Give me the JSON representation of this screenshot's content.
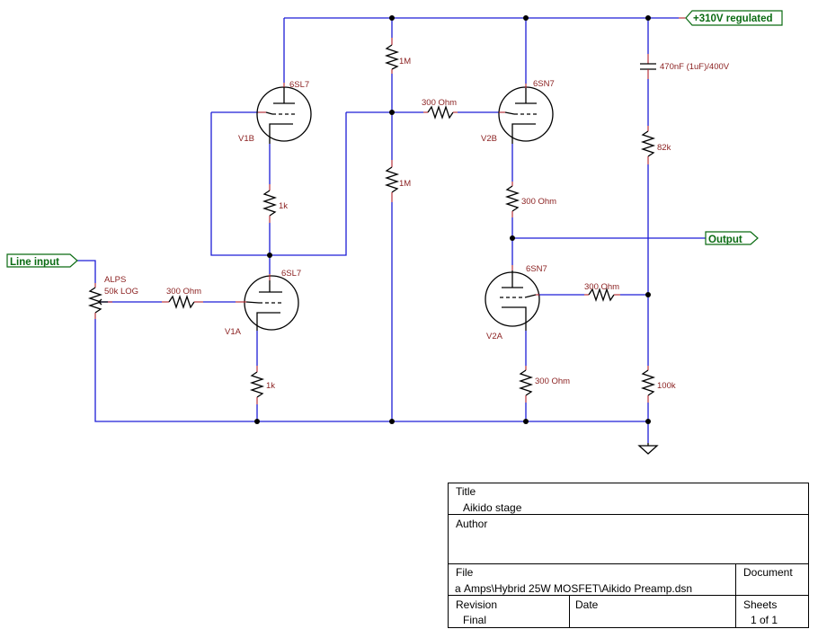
{
  "ports": {
    "supply": "+310V regulated",
    "output": "Output",
    "input": "Line input"
  },
  "tubes": {
    "v1b": {
      "ref": "V1B",
      "type": "6SL7"
    },
    "v1a": {
      "ref": "V1A",
      "type": "6SL7"
    },
    "v2b": {
      "ref": "V2B",
      "type": "6SN7"
    },
    "v2a": {
      "ref": "V2A",
      "type": "6SN7"
    }
  },
  "components": {
    "r_divider_top": "1M",
    "r_divider_bottom": "1M",
    "r_grid_v2b": "300 Ohm",
    "r_v2b_cathode": "300 Ohm",
    "r_v1b_cathode": "1k",
    "r_v1a_cathode": "1k",
    "r_v1a_grid": "300 Ohm",
    "pot_name": "ALPS",
    "pot_value": "50k LOG",
    "cap": "470nF (1uF)/400V",
    "r_82k": "82k",
    "r_v2a_grid": "300 Ohm",
    "r_v2a_cathode": "300 Ohm",
    "r_100k": "100k"
  },
  "title_block": {
    "title_label": "Title",
    "title_value": "Aikido stage",
    "author_label": "Author",
    "file_label": "File",
    "file_value": "а Amps\\Hybrid 25W MOSFET\\Aikido Preamp.dsn",
    "document_label": "Document",
    "revision_label": "Revision",
    "revision_value": "Final",
    "date_label": "Date",
    "sheets_label": "Sheets",
    "sheets_value": "1 of 1"
  }
}
